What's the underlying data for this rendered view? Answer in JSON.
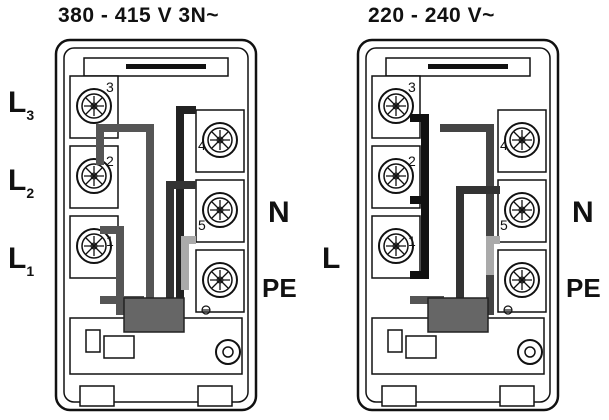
{
  "diagrams": [
    {
      "heading": "380 - 415 V 3N~",
      "left_labels": [
        {
          "main": "L",
          "sub": "3"
        },
        {
          "main": "L",
          "sub": "2"
        },
        {
          "main": "L",
          "sub": "1"
        }
      ],
      "right_labels": [
        "N",
        "PE"
      ],
      "terminal_numbers": [
        "3",
        "2",
        "1",
        "4",
        "5"
      ]
    },
    {
      "heading": "220 - 240 V~",
      "left_labels": [
        {
          "main": "L",
          "sub": ""
        }
      ],
      "right_labels": [
        "N",
        "PE"
      ],
      "terminal_numbers": [
        "3",
        "2",
        "1",
        "4",
        "5"
      ]
    }
  ]
}
